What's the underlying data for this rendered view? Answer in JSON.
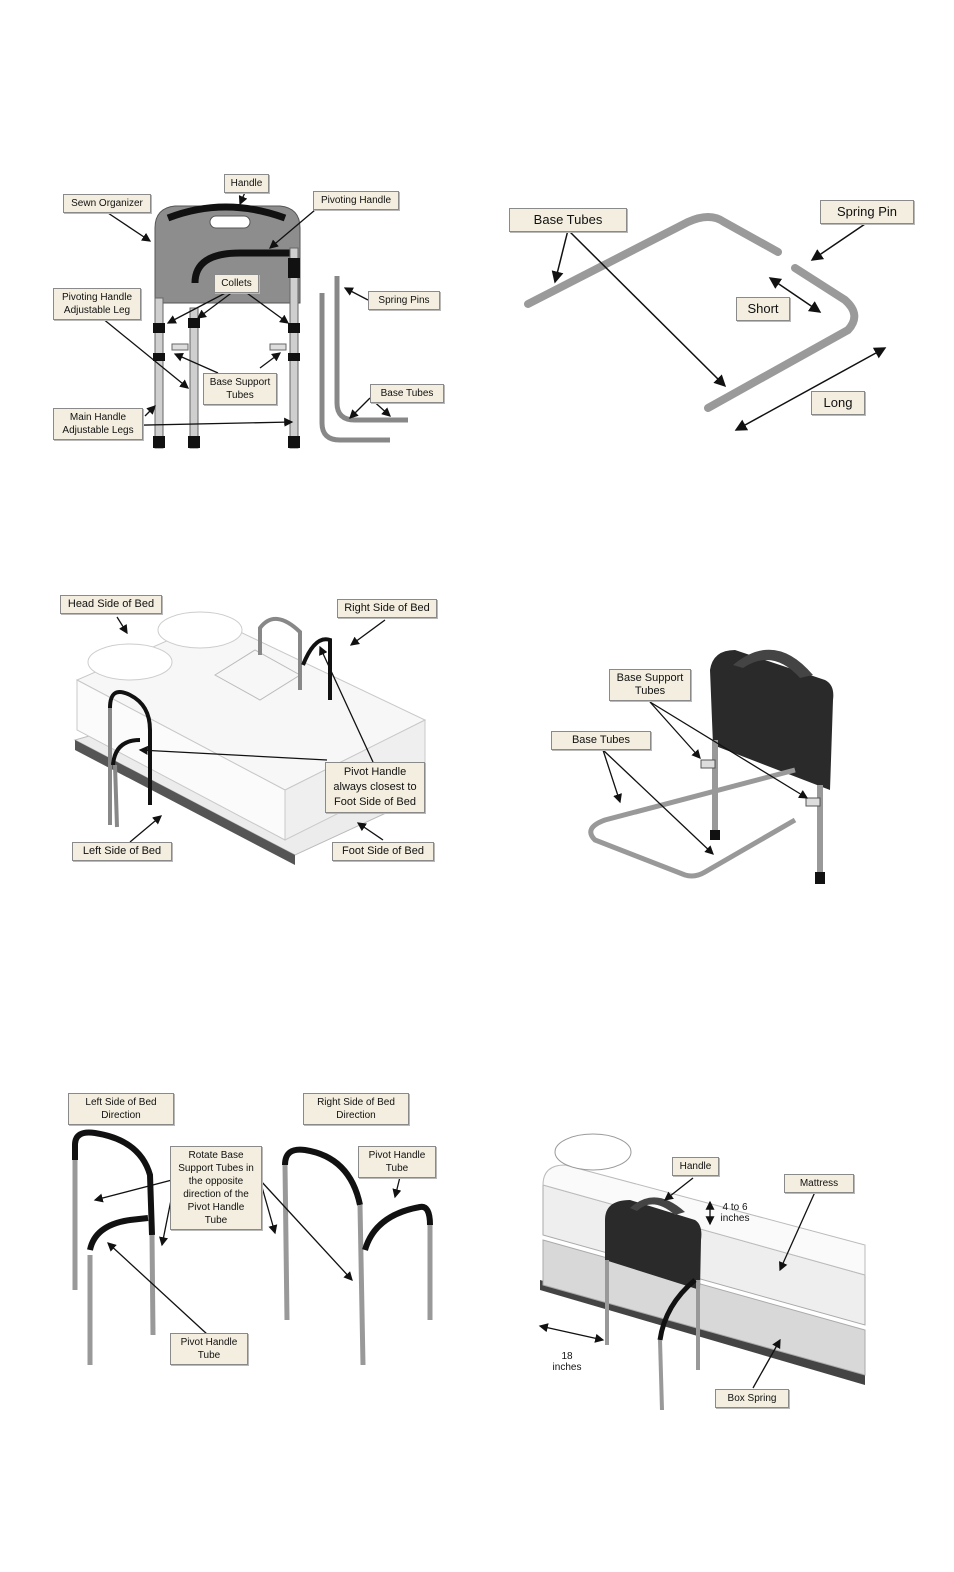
{
  "figures": [
    {
      "labels": {
        "sewn_organizer": "Sewn Organizer",
        "handle": "Handle",
        "pivoting_handle": "Pivoting Handle",
        "pivoting_handle_adjustable_leg": "Pivoting Handle\nAdjustable Leg",
        "collets": "Collets",
        "spring_pins": "Spring Pins",
        "base_support_tubes": "Base Support\nTubes",
        "base_tubes": "Base Tubes",
        "main_handle_adjustable_legs": "Main Handle\nAdjustable Legs"
      }
    },
    {
      "labels": {
        "base_tubes": "Base Tubes",
        "spring_pin": "Spring Pin",
        "short": "Short",
        "long": "Long"
      }
    },
    {
      "labels": {
        "head_side_of_bed": "Head Side of Bed",
        "right_side_of_bed": "Right Side of Bed",
        "pivot_handle_note": "Pivot Handle\nalways closest to\nFoot Side of Bed",
        "left_side_of_bed": "Left Side of Bed",
        "foot_side_of_bed": "Foot Side of Bed"
      }
    },
    {
      "labels": {
        "base_support_tubes": "Base Support\nTubes",
        "base_tubes": "Base Tubes"
      }
    },
    {
      "labels": {
        "left_side_direction": "Left Side of Bed\nDirection",
        "right_side_direction": "Right Side of Bed\nDirection",
        "rotate_note": "Rotate Base\nSupport Tubes in\nthe opposite\ndirection of the\nPivot Handle Tube",
        "pivot_handle_tube_right": "Pivot Handle\nTube",
        "pivot_handle_tube_left": "Pivot Handle\nTube"
      }
    },
    {
      "labels": {
        "handle": "Handle",
        "mattress": "Mattress",
        "gap": "4 to 6\ninches",
        "distance": "18\ninches",
        "box_spring": "Box Spring"
      }
    }
  ]
}
